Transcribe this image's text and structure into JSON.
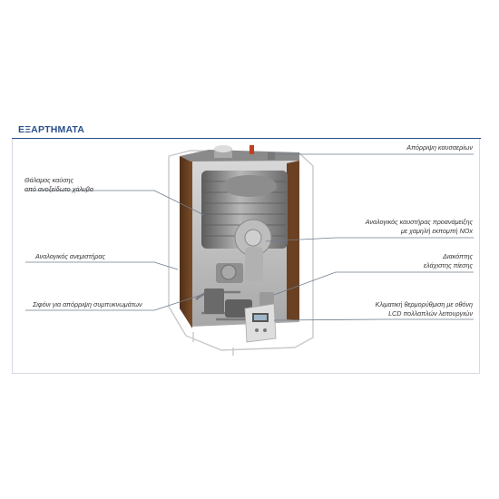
{
  "title": "ΕΞΑΡΤΗΜΑΤΑ",
  "labels": {
    "flue_outlet": "Απόρριψη καυσαερίων",
    "combustion_chamber_1": "Θάλαμος καύσης",
    "combustion_chamber_2": "από ανοξείδωτο χάλυβα",
    "modulating_burner_1": "Αναλογικός καυστήρας προανάμειξης",
    "modulating_burner_2": "με χαμηλή εκπομπή NOx",
    "modulating_fan": "Αναλογικός ανεμιστήρας",
    "pressure_switch_1": "Διακόπτης",
    "pressure_switch_2": "ελάχιστης πίεσης",
    "condensate_siphon": "Σιφόνι για απόρριψη συμπυκνωμάτων",
    "climatic_control_1": "Κλιματική θερμορύθμιση με οθόνη",
    "climatic_control_2": "LCD πολλαπλών λειτουργιών"
  },
  "colors": {
    "title": "#2a4f8c",
    "leader_lines": "#6f7c8f",
    "wood_panel": "#6e4424"
  }
}
